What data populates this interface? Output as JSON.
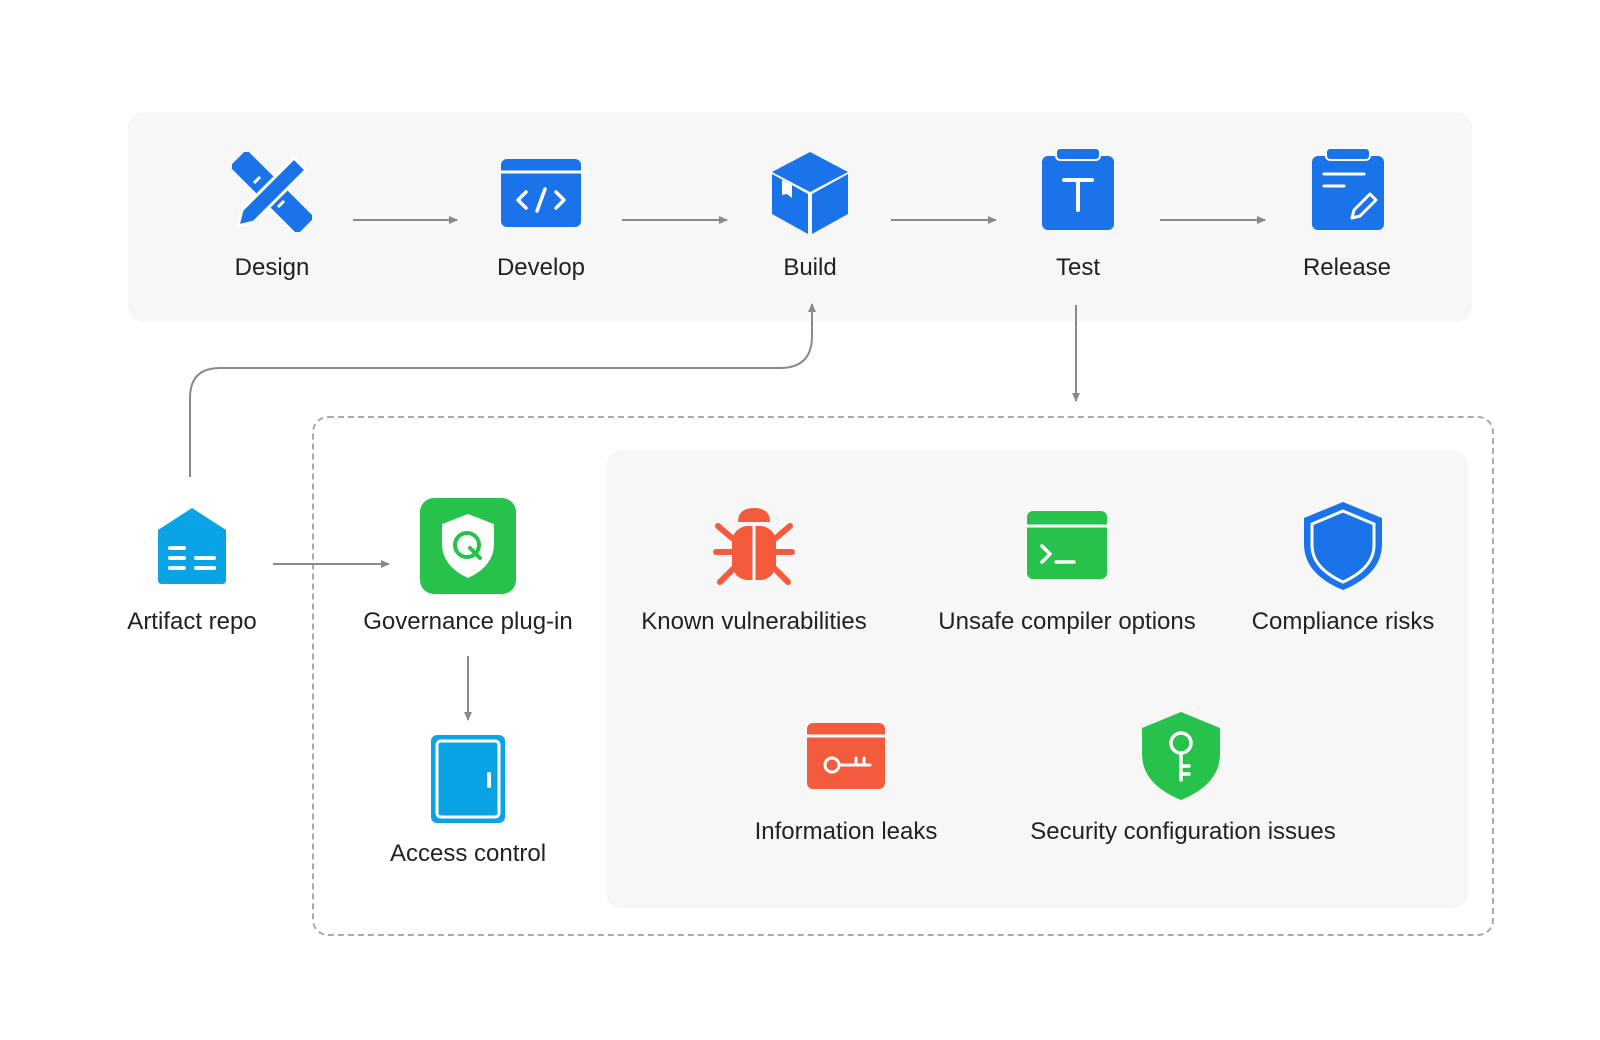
{
  "pipeline": {
    "stages": [
      {
        "id": "design",
        "label": "Design",
        "icon": "ruler-pencil-icon"
      },
      {
        "id": "develop",
        "label": "Develop",
        "icon": "code-window-icon"
      },
      {
        "id": "build",
        "label": "Build",
        "icon": "package-box-icon"
      },
      {
        "id": "test",
        "label": "Test",
        "icon": "test-clipboard-icon"
      },
      {
        "id": "release",
        "label": "Release",
        "icon": "release-clipboard-icon"
      }
    ]
  },
  "governance": {
    "artifact_repo": {
      "label": "Artifact repo",
      "icon": "repository-icon"
    },
    "plugin": {
      "label": "Governance plug-in",
      "icon": "shield-search-icon"
    },
    "access_control": {
      "label": "Access control",
      "icon": "door-icon"
    },
    "checks": [
      {
        "label": "Known vulnerabilities",
        "icon": "bug-icon"
      },
      {
        "label": "Unsafe compiler options",
        "icon": "terminal-icon"
      },
      {
        "label": "Compliance risks",
        "icon": "shield-icon"
      },
      {
        "label": "Information leaks",
        "icon": "key-card-icon"
      },
      {
        "label": "Security configuration issues",
        "icon": "shield-key-icon"
      }
    ]
  },
  "colors": {
    "blue": "#1a73e8",
    "sky": "#0aa3e6",
    "green": "#27c24c",
    "red": "#f35b3c",
    "arrow": "#8a8a8a"
  }
}
